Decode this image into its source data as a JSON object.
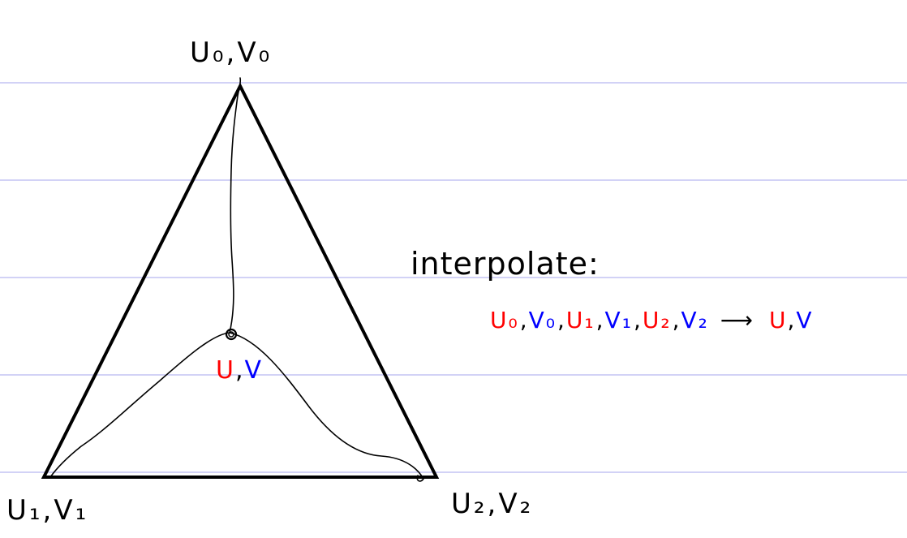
{
  "colors": {
    "u": "#ff0000",
    "v": "#0000ff",
    "ink": "#000000",
    "ruled_line": "#a6a6ee",
    "background": "#ffffff"
  },
  "vertex_labels": {
    "top": "U₀,V₀",
    "bottom_left": "U₁,V₁",
    "bottom_right": "U₂,V₂"
  },
  "point_label": {
    "u": "U",
    "sep": ",",
    "v": "V"
  },
  "annotation": {
    "title": "interpolate:",
    "inputs": [
      {
        "text": "U₀",
        "kind": "u"
      },
      {
        "text": ",",
        "kind": "sep"
      },
      {
        "text": "V₀",
        "kind": "v"
      },
      {
        "text": ",",
        "kind": "sep"
      },
      {
        "text": "U₁",
        "kind": "u"
      },
      {
        "text": ",",
        "kind": "sep"
      },
      {
        "text": "V₁",
        "kind": "v"
      },
      {
        "text": ",",
        "kind": "sep"
      },
      {
        "text": "U₂",
        "kind": "u"
      },
      {
        "text": ",",
        "kind": "sep"
      },
      {
        "text": "V₂",
        "kind": "v"
      }
    ],
    "arrow": "⟶",
    "output_u": "U",
    "output_sep": ",",
    "output_v": "V"
  }
}
